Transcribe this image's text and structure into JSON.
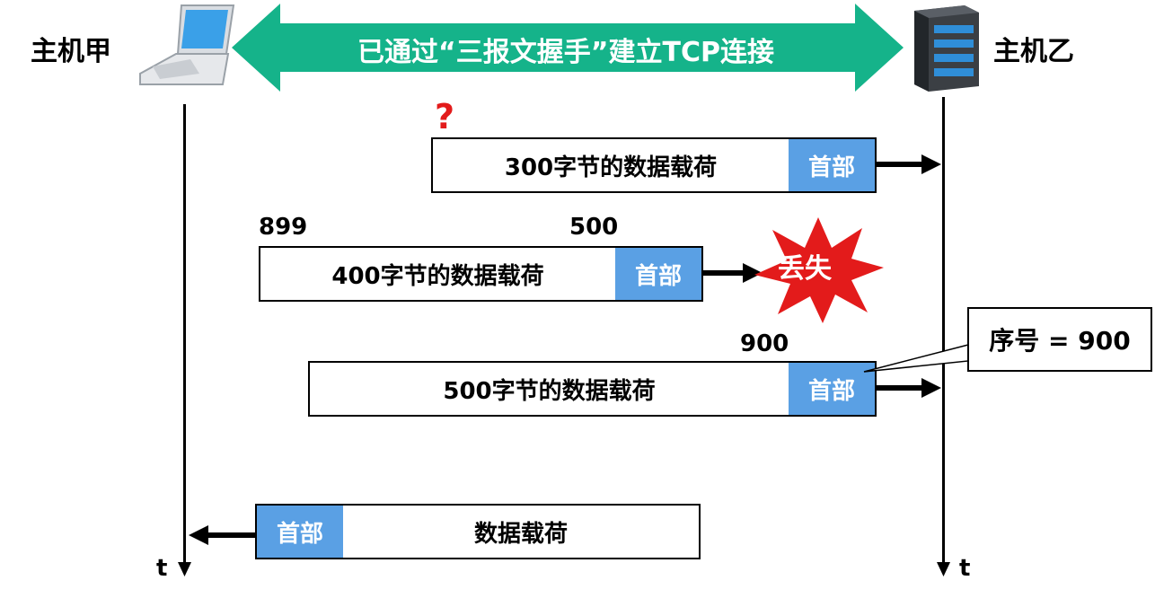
{
  "hosts": {
    "left": "主机甲",
    "right": "主机乙"
  },
  "banner": "已通过“三报文握手”建立TCP连接",
  "time_axis": {
    "left": "t",
    "right": "t"
  },
  "segments": [
    {
      "payload": "300字节的数据载荷",
      "header": "首部"
    },
    {
      "payload": "400字节的数据载荷",
      "header": "首部"
    },
    {
      "payload": "500字节的数据载荷",
      "header": "首部"
    },
    {
      "payload": "数据载荷",
      "header": "首部"
    }
  ],
  "marks": {
    "question": "?",
    "n899": "899",
    "n500": "500",
    "n900": "900"
  },
  "lost": "丢失",
  "callout": "序号 = 900",
  "colors": {
    "banner": "#15b38a",
    "header": "#5aa0e4",
    "lost": "#e31b1b"
  }
}
